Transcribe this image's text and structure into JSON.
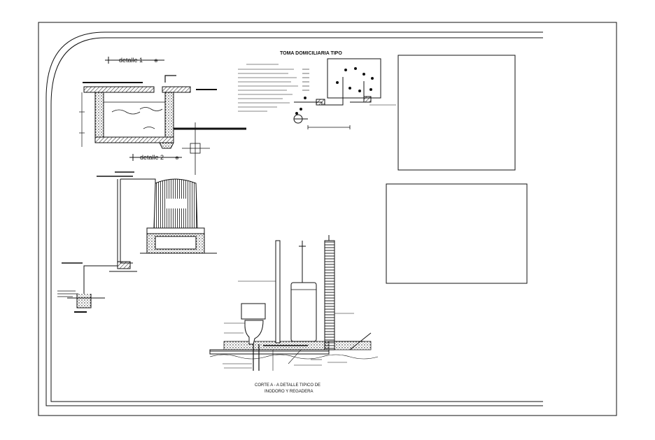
{
  "drawing": {
    "detail1_label": "detalle 1",
    "detail2_label": "detalle 2",
    "toma_title": "TOMA DOMICILIARIA TIPO",
    "section_caption_line1": "CORTE A - A DETALLE TIPICO DE",
    "section_caption_line2": "INODORO Y REGADERA"
  },
  "colors": {
    "line": "#111111",
    "background": "#ffffff"
  }
}
